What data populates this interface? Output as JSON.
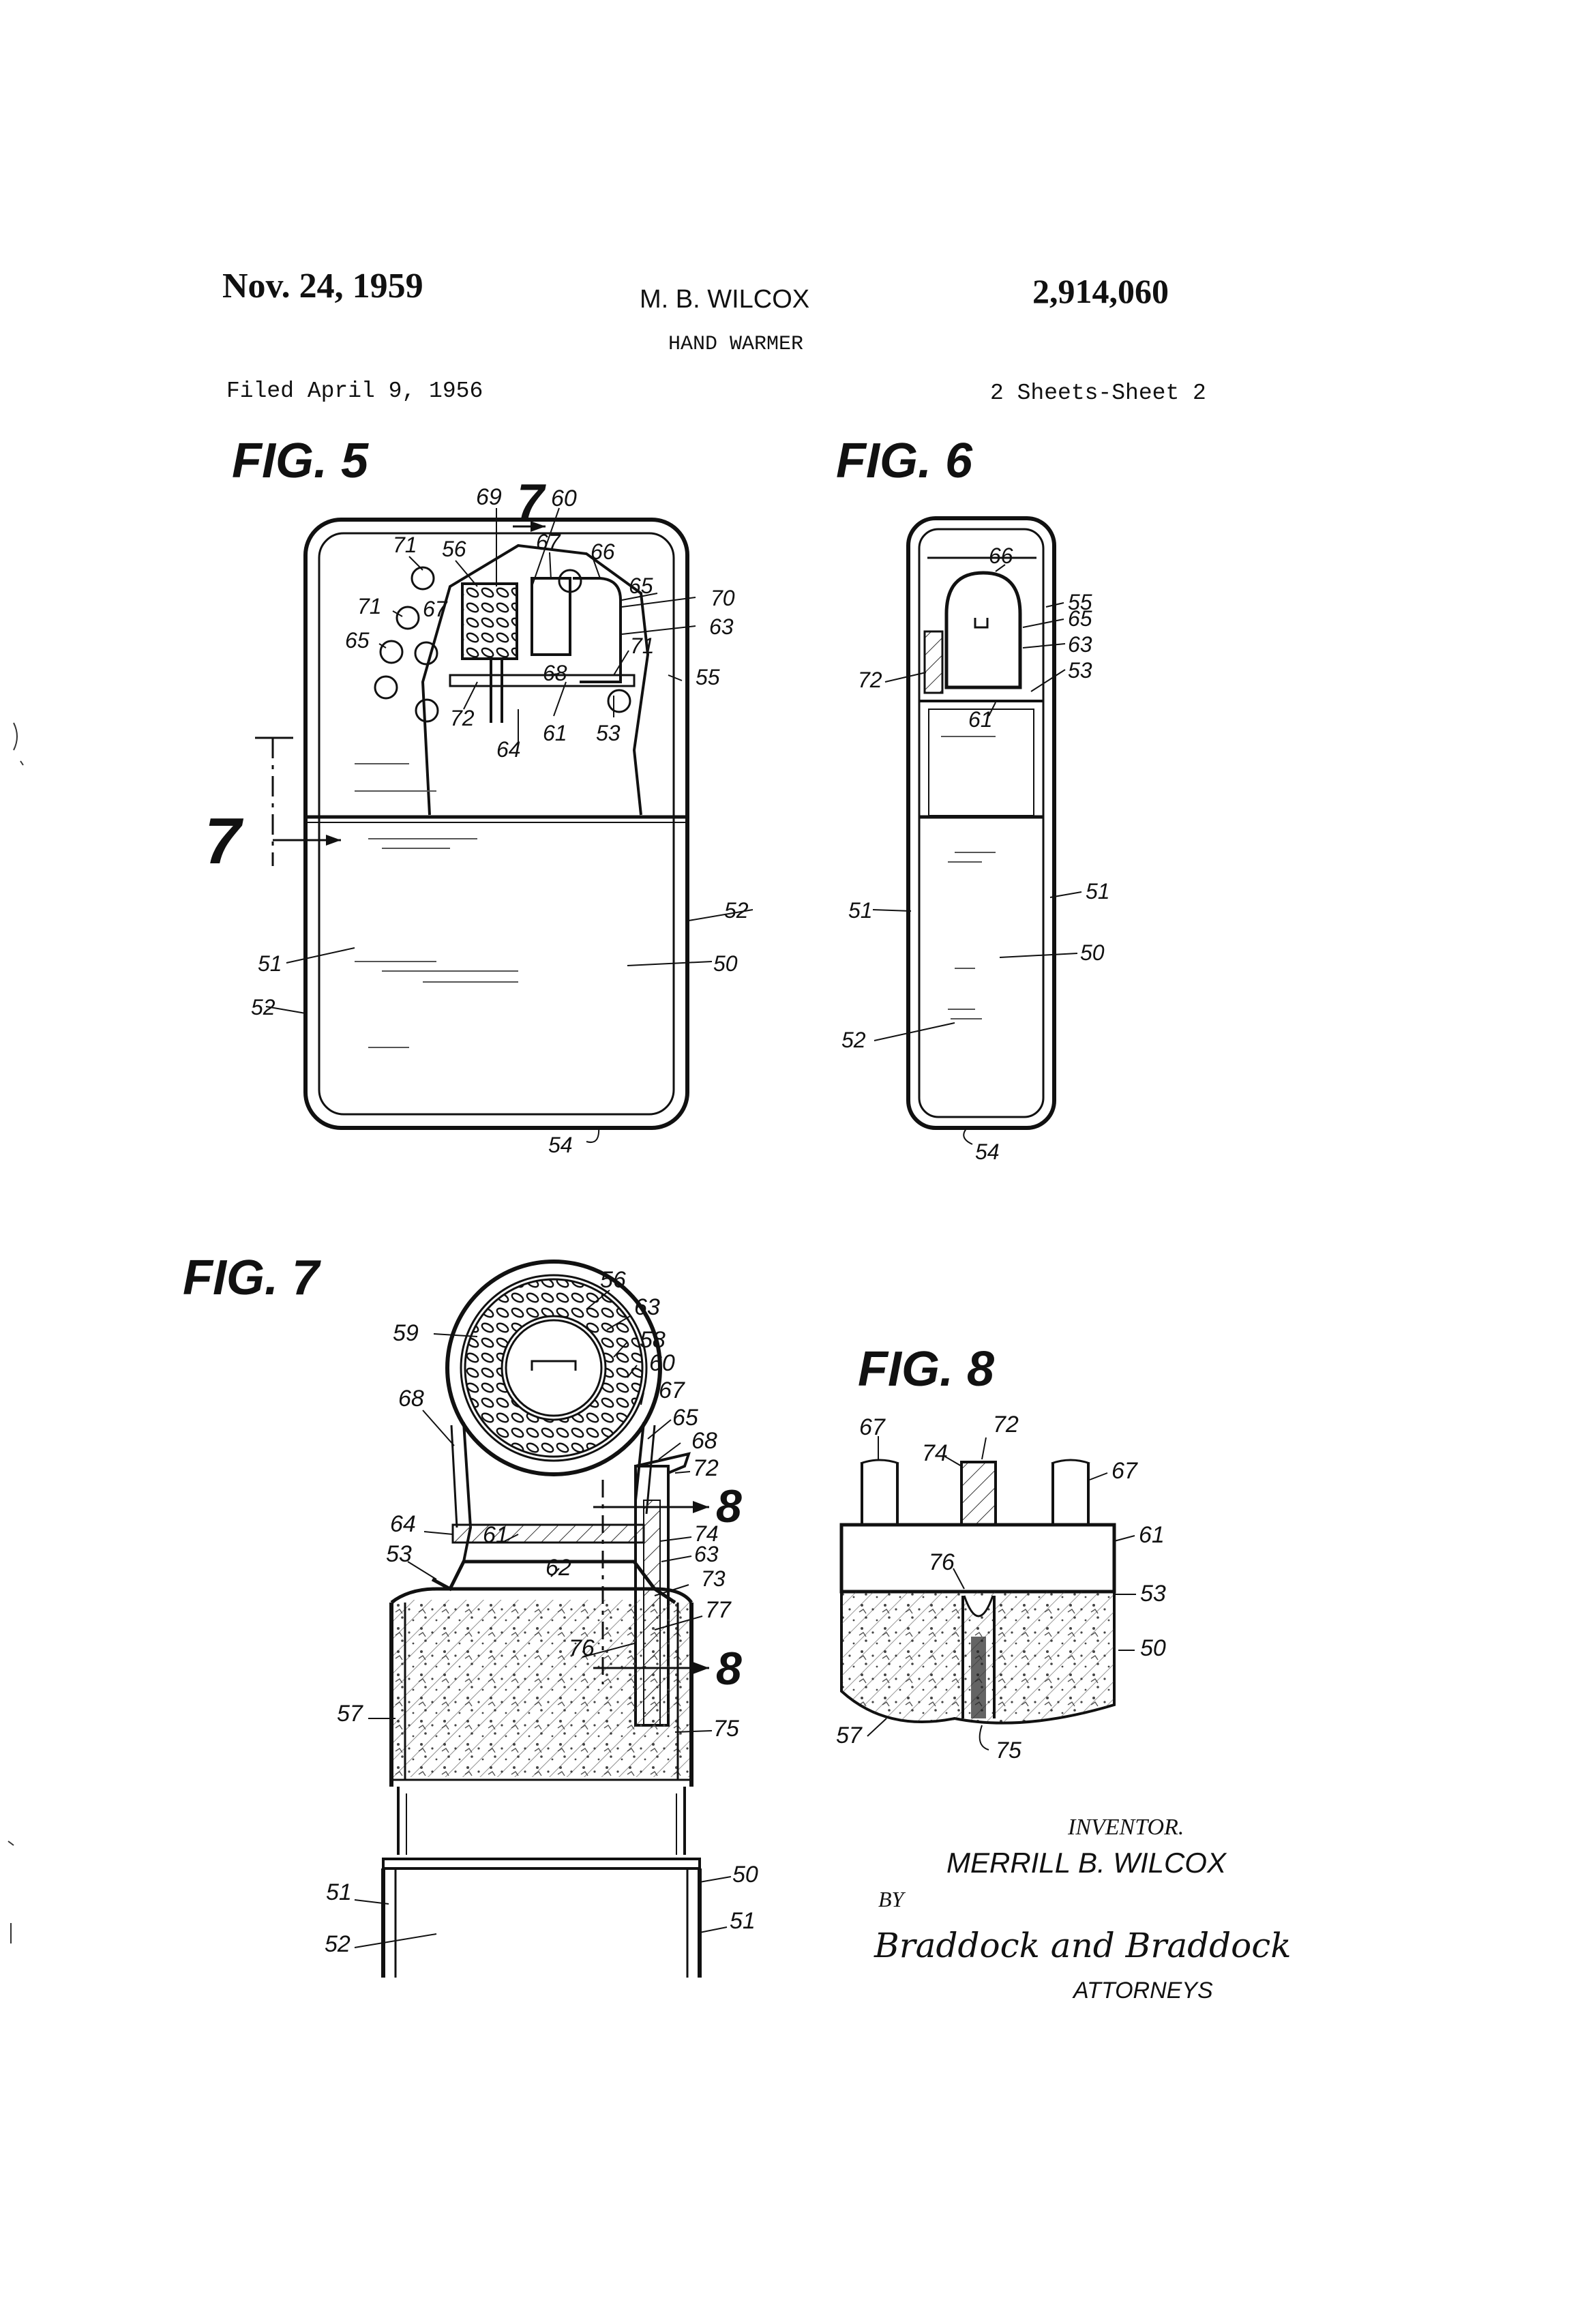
{
  "header": {
    "date": "Nov. 24, 1959",
    "inventor_name": "M. B. WILCOX",
    "patent_number": "2,914,060",
    "title": "HAND WARMER",
    "filed": "Filed April 9, 1956",
    "sheets": "2 Sheets-Sheet 2"
  },
  "figures": {
    "fig5": {
      "title": "FIG. 5",
      "section_marks": [
        "7",
        "7"
      ],
      "refs": [
        "69",
        "60",
        "71",
        "56",
        "67",
        "66",
        "65",
        "70",
        "71",
        "67",
        "63",
        "65",
        "71",
        "55",
        "68",
        "72",
        "61",
        "53",
        "64",
        "52",
        "51",
        "50",
        "52",
        "54"
      ]
    },
    "fig6": {
      "title": "FIG. 6",
      "refs": [
        "66",
        "55",
        "65",
        "63",
        "72",
        "53",
        "61",
        "51",
        "51",
        "50",
        "52",
        "54"
      ]
    },
    "fig7": {
      "title": "FIG. 7",
      "section_marks": [
        "8",
        "8"
      ],
      "refs": [
        "56",
        "59",
        "63",
        "58",
        "60",
        "67",
        "68",
        "65",
        "68",
        "72",
        "64",
        "74",
        "53",
        "61",
        "62",
        "63",
        "73",
        "77",
        "76",
        "57",
        "75",
        "50",
        "51",
        "51",
        "52"
      ]
    },
    "fig8": {
      "title": "FIG. 8",
      "refs": [
        "67",
        "72",
        "74",
        "67",
        "61",
        "76",
        "53",
        "50",
        "57",
        "75"
      ]
    }
  },
  "signature": {
    "inventor_label": "INVENTOR.",
    "inventor": "MERRILL B. WILCOX",
    "by": "BY",
    "attorney_firm": "Braddock and Braddock",
    "attorneys_label": "ATTORNEYS"
  }
}
